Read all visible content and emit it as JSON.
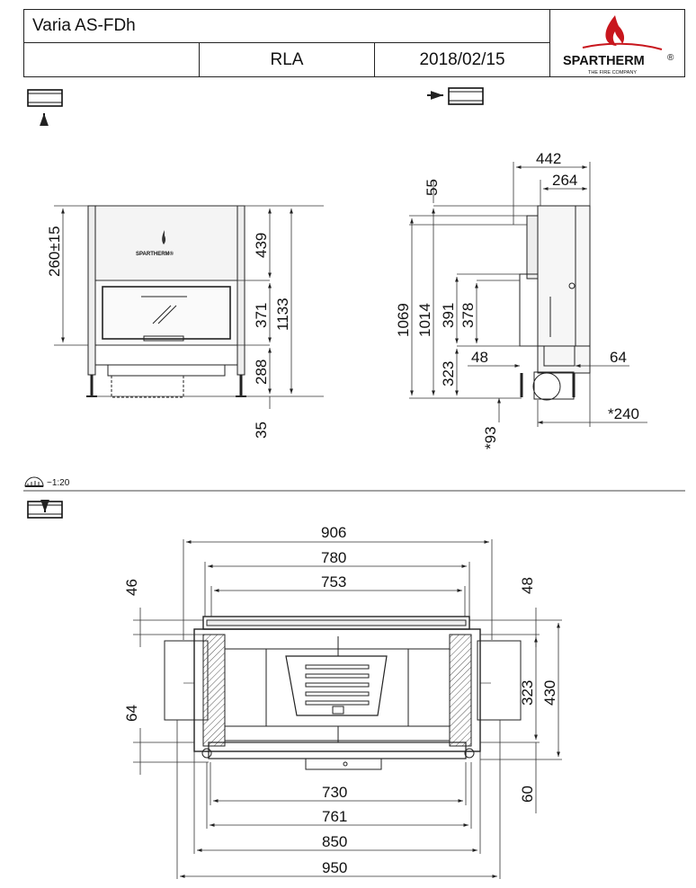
{
  "title_block": {
    "model": "Varia AS-FDh",
    "variant": "RLA",
    "date": "2018/02/15",
    "brand": "SPARTHERM",
    "brand_registered": "®",
    "brand_tagline": "THE FIRE COMPANY"
  },
  "scale": "~1:20",
  "front_view": {
    "dims": {
      "top_offset": "260±15",
      "h_top": "439",
      "h_window": "371",
      "h_total": "1133",
      "h_bottom": "288",
      "foot": "35"
    },
    "logo_text": "SPARTHERM®"
  },
  "side_view": {
    "dims": {
      "d_total": "442",
      "d_body": "264",
      "top_gap": "55",
      "h_1069": "1069",
      "h_1014": "1014",
      "h_391": "391",
      "h_378": "378",
      "h_323": "323",
      "d_48": "48",
      "d_64": "64",
      "d_93": "*93",
      "d_240": "*240"
    }
  },
  "top_view": {
    "dims": {
      "w_906": "906",
      "w_780": "780",
      "w_753": "753",
      "d_46": "46",
      "d_48": "48",
      "d_323": "323",
      "d_430": "430",
      "d_64": "64",
      "d_60": "60",
      "w_730": "730",
      "w_761": "761",
      "w_850": "850",
      "w_950": "950"
    }
  }
}
